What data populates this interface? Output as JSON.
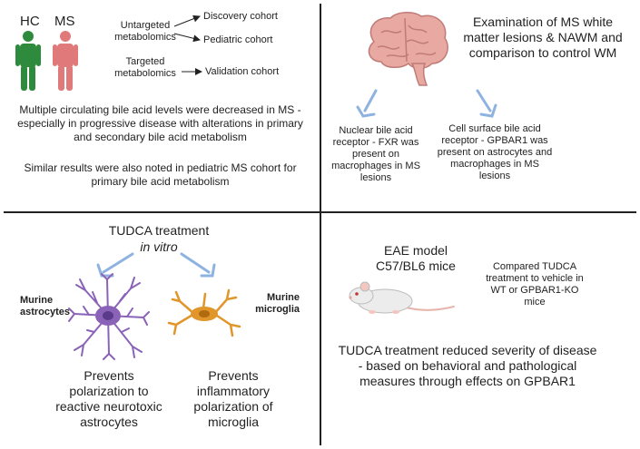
{
  "top_left": {
    "hc_label": "HC",
    "ms_label": "MS",
    "hc_color": "#2e8b3e",
    "ms_color": "#e07a7a",
    "untargeted": "Untargeted metabolomics",
    "targeted": "Targeted metabolomics",
    "discovery": "Discovery cohort",
    "pediatric": "Pediatric cohort",
    "validation": "Validation cohort",
    "finding1": "Multiple circulating bile acid levels were decreased in MS - especially in progressive disease with alterations in primary and secondary bile acid metabolism",
    "finding2": "Similar results were also noted in pediatric MS cohort for primary bile acid metabolism"
  },
  "top_right": {
    "exam": "Examination of MS white matter lesions & NAWM and comparison to control WM",
    "nuclear": "Nuclear bile acid receptor - FXR was present on macrophages in MS lesions",
    "surface": "Cell surface bile acid receptor - GPBAR1 was present on astrocytes and macrophages in MS lesions",
    "brain_color": "#e8a9a3",
    "arrow_color": "#8fb3e0"
  },
  "bottom_left": {
    "treatment": "TUDCA treatment",
    "in_vitro": "in vitro",
    "astro_label": "Murine astrocytes",
    "micro_label": "Murine microglia",
    "astro_effect": "Prevents polarization to reactive neurotoxic astrocytes",
    "micro_effect": "Prevents inflammatory polarization of microglia",
    "astro_color": "#8a63b8",
    "micro_color": "#e0962a"
  },
  "bottom_right": {
    "eae": "EAE model C57/BL6 mice",
    "compared": "Compared TUDCA treatment to vehicle in WT or GPBAR1-KO mice",
    "result": "TUDCA treatment reduced severity of disease - based on behavioral and pathological measures through effects on GPBAR1"
  }
}
